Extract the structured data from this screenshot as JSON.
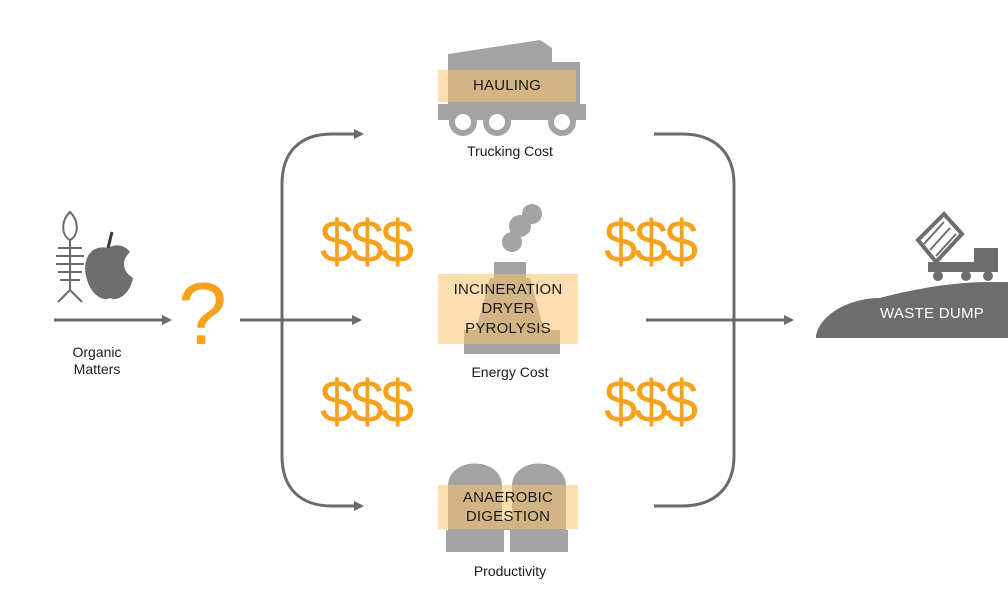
{
  "source": {
    "label": "Organic\nMatters"
  },
  "question_mark": "?",
  "routes": [
    {
      "box": [
        "HAULING"
      ],
      "caption": "Trucking Cost"
    },
    {
      "box": [
        "INCINERATION",
        "DRYER",
        "PYROLYSIS"
      ],
      "caption": "Energy Cost"
    },
    {
      "box": [
        "ANAEROBIC",
        "DIGESTION"
      ],
      "caption": "Productivity"
    }
  ],
  "cost_symbol": "$$$",
  "destination": {
    "label": "WASTE DUMP"
  },
  "colors": {
    "accent_orange": "#f7a11d",
    "box_fill": "#fbc46e",
    "arrow_gray": "#6b6b6b",
    "icon_gray": "#9a9a9a",
    "dump_gray": "#6d6d6d"
  }
}
